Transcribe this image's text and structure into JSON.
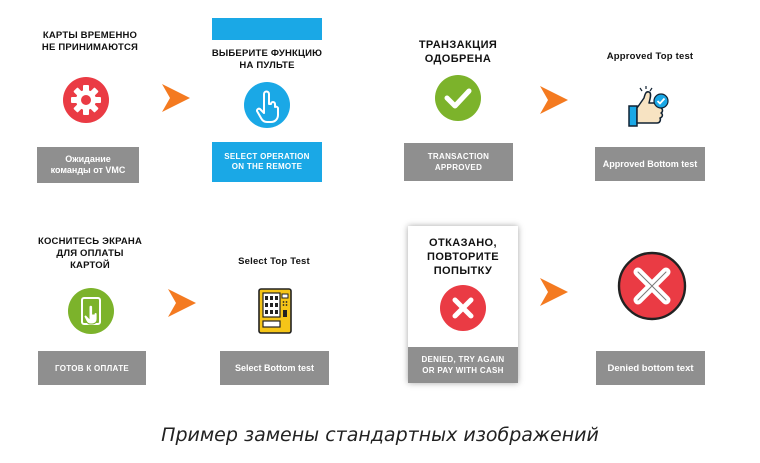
{
  "panels": {
    "p1": {
      "title": "КАРТЫ ВРЕМЕННО\nНЕ ПРИНИМАЮТСЯ",
      "button": "Ожидание\nкоманды от VMC",
      "icon": "gear-icon"
    },
    "p2": {
      "title": "ВЫБЕРИТЕ ФУНКЦИЮ\nНА ПУЛЬТЕ",
      "button": "SELECT OPERATION\nON THE REMOTE",
      "icon": "hand-pointer-icon"
    },
    "p3": {
      "title": "ТРАНЗАКЦИЯ\nОДОБРЕНА",
      "button": "TRANSACTION\nAPPROVED",
      "icon": "checkmark-icon"
    },
    "p4": {
      "title": "Approved Top test",
      "button": "Approved Bottom test",
      "icon": "thumbs-up-icon"
    },
    "p5": {
      "title": "КОСНИТЕСЬ ЭКРАНА\nДЛЯ ОПЛАТЫ\nКАРТОЙ",
      "button": "ГОТОВ К ОПЛАТЕ",
      "icon": "tap-screen-icon"
    },
    "p6": {
      "title": "Select Top Test",
      "button": "Select Bottom test",
      "icon": "vending-machine-icon"
    },
    "p7": {
      "title": "ОТКАЗАНО,\nПОВТОРИТЕ\nПОПЫТКУ",
      "button": "DENIED, TRY AGAIN\nOR PAY WITH CASH",
      "icon": "x-icon"
    },
    "p8": {
      "title": "",
      "button": "Denied bottom text",
      "icon": "x-circle-icon"
    }
  },
  "caption": "Пример замены стандартных изображений",
  "colors": {
    "red": "#ea3b44",
    "blue": "#1aa8e6",
    "green": "#7cb32b",
    "grey": "#8f8f8f",
    "orange": "#f47a20",
    "tan": "#f7e3c2"
  }
}
